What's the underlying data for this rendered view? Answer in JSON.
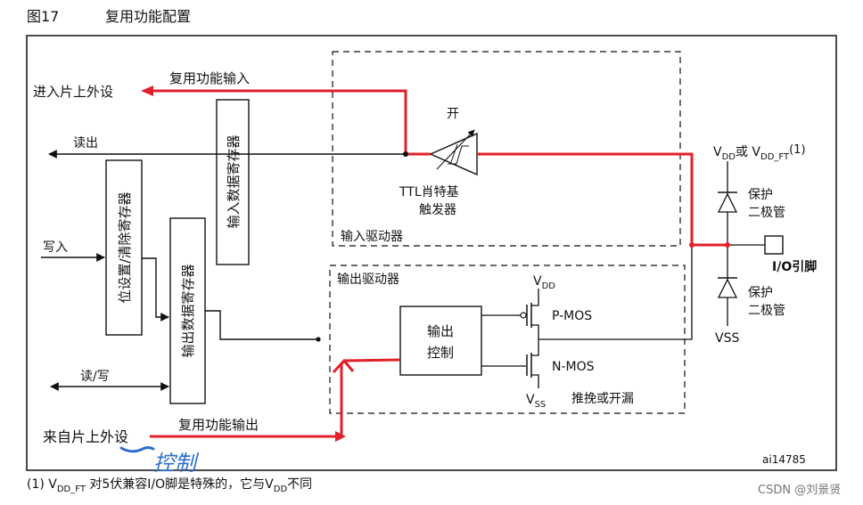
{
  "figure": {
    "number": "图17",
    "title": "复用功能配置",
    "id_code": "ai14785"
  },
  "labels": {
    "to_onchip_peripheral": "进入片上外设",
    "alt_func_input": "复用功能输入",
    "read_out": "读出",
    "write_in": "写入",
    "read_write": "读/写",
    "from_onchip_peripheral": "来自片上外设",
    "alt_func_output": "复用功能输出",
    "handwritten_note": "控制"
  },
  "blocks": {
    "input_data_register": "输入数据寄存器",
    "bit_set_reset_register": "位设置/清除寄存器",
    "output_data_register": "输出数据寄存器",
    "input_driver": "输入驱动器",
    "output_driver": "输出驱动器",
    "output_control_line1": "输出",
    "output_control_line2": "控制",
    "on_label": "开",
    "schmitt_line1": "TTL肖特基",
    "schmitt_line2": "触发器",
    "pmos": "P-MOS",
    "nmos": "N-MOS",
    "push_pull_open_drain": "推挽或开漏"
  },
  "supply": {
    "vdd_main": "V",
    "vdd_main_sub": "DD",
    "vdd_or": "或 V",
    "vdd_ft_sub": "DD_FT",
    "vdd_note_mark": "(1)",
    "protect_diode_top_1": "保护",
    "protect_diode_top_2": "二极管",
    "protect_diode_bottom_1": "保护",
    "protect_diode_bottom_2": "二极管",
    "vss_pin": "VSS",
    "io_pin": "I/O引脚",
    "vdd_driver": "V",
    "vdd_driver_sub": "DD",
    "vss_driver": "V",
    "vss_driver_sub": "SS"
  },
  "footnote": {
    "mark": "(1) V",
    "sub": "DD_FT",
    "text": " 对5伏兼容I/O脚是特殊的，它与V",
    "sub2": "DD",
    "text2": "不同"
  },
  "watermark": "CSDN @刘景贤",
  "colors": {
    "highlight_path": "#e0202a",
    "handwriting": "#2f6fd0",
    "line": "#111111"
  }
}
